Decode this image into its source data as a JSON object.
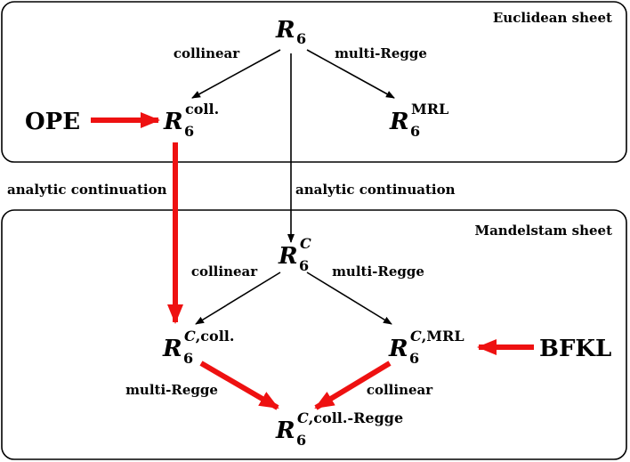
{
  "sheets": {
    "euclidean": "Euclidean sheet",
    "mandelstam": "Mandelstam sheet"
  },
  "nodes": {
    "r6": {
      "base": "R",
      "sub": "6",
      "sup": ""
    },
    "r6_coll": {
      "base": "R",
      "sub": "6",
      "sup": "coll."
    },
    "r6_mrl": {
      "base": "R",
      "sub": "6",
      "sup": "MRL"
    },
    "r6c": {
      "base": "R",
      "sub": "6",
      "sup_c": "C",
      "sup": ""
    },
    "r6c_coll": {
      "base": "R",
      "sub": "6",
      "sup_c": "C",
      "sup": ",coll."
    },
    "r6c_mrl": {
      "base": "R",
      "sub": "6",
      "sup_c": "C",
      "sup": ",MRL"
    },
    "r6c_coll_regge": {
      "base": "R",
      "sub": "6",
      "sup_c": "C",
      "sup": ",coll.-Regge"
    }
  },
  "inputs": {
    "ope": "OPE",
    "bfkl": "BFKL"
  },
  "edges": {
    "top_left": "collinear",
    "top_right": "multi-Regge",
    "continuation_left": "analytic continuation",
    "continuation_center": "analytic continuation",
    "mid_left": "collinear",
    "mid_right": "multi-Regge",
    "bottom_left": "multi-Regge",
    "bottom_right": "collinear"
  },
  "colors": {
    "highlight_arrow": "#ee1111",
    "plain_arrow": "#000000",
    "panel_border": "#000000"
  }
}
